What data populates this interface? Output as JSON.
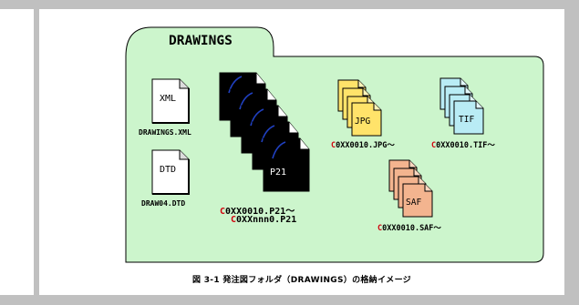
{
  "folder": {
    "title": "DRAWINGS",
    "fill": "#ccf5cc",
    "stroke": "#000000"
  },
  "files": {
    "xml": {
      "icon_text": "XML",
      "label": "DRAWINGS.XML"
    },
    "dtd": {
      "icon_text": "DTD",
      "label": "DRAW04.DTD"
    },
    "p21": {
      "icon_text": "P21",
      "label_line1_prefix": "C",
      "label_line1_rest": "0XX0010.P21～",
      "label_line2_prefix": "C",
      "label_line2_rest": "0XXnnn0.P21",
      "fill": "#000000",
      "accent": "#2040c0"
    },
    "jpg": {
      "icon_text": "JPG",
      "label_prefix": "C",
      "label_rest": "0XX0010.JPG～",
      "fill": "#ffe36a"
    },
    "tif": {
      "icon_text": "TIF",
      "label_prefix": "C",
      "label_rest": "0XX0010.TIF～",
      "fill": "#b9ecf5"
    },
    "saf": {
      "icon_text": "SAF",
      "label_prefix": "C",
      "label_rest": "0XX0010.SAF～",
      "fill": "#f3b48f"
    }
  },
  "caption": "図 3-1  発注図フォルダ（DRAWINGS）の格納イメージ",
  "colors": {
    "prefix_red": "#d0000c",
    "frame_gray": "#c0c0c0"
  }
}
